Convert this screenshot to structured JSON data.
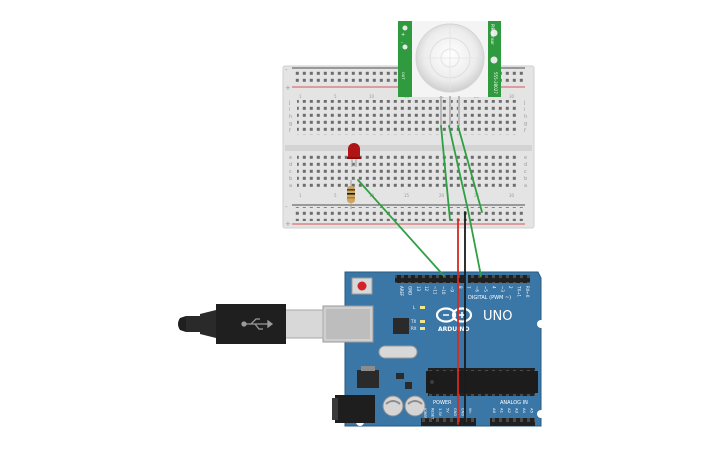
{
  "colors": {
    "board": "#3a76a6",
    "board_edge": "#2a5a82",
    "breadboard": "#e6e6e6",
    "rail_red": "#d2232a",
    "rail_black": "#1c1c1c",
    "wire_green": "#2ea043",
    "wire_red": "#d9281f",
    "wire_black": "#1a1a1a",
    "sensor_pcb": "#2f9a3e",
    "led": "#b01515"
  },
  "pir_sensor": {
    "label_top": "PIR sensor",
    "label_side": "555-28027",
    "pin_labels": [
      "+",
      "-",
      "OUT"
    ]
  },
  "breadboard": {
    "row_letters_top": [
      "j",
      "i",
      "h",
      "g",
      "f"
    ],
    "row_letters_bottom": [
      "e",
      "d",
      "c",
      "b",
      "a"
    ],
    "column_numbers": [
      "1",
      "5",
      "10",
      "15",
      "20",
      "25",
      "30"
    ],
    "rail_plus": "+",
    "rail_minus": "-"
  },
  "arduino": {
    "model": "UNO",
    "brand": "ARDUINO",
    "digital_label": "DIGITAL (PWM ~)",
    "power_label": "POWER",
    "analog_label": "ANALOG IN",
    "top_header_labels": [
      "AREF",
      "GND",
      "13",
      "12",
      "~11",
      "~10",
      "~9",
      "8",
      "7",
      "~6",
      "~5",
      "4",
      "~3",
      "2",
      "TX→1",
      "RX←0"
    ],
    "power_header_labels": [
      "IOREF",
      "RESET",
      "3.3V",
      "5V",
      "GND",
      "GND",
      "Vin"
    ],
    "analog_header_labels": [
      "A0",
      "A1",
      "A2",
      "A3",
      "A4",
      "A5"
    ],
    "leds": [
      "L",
      "TX",
      "RX"
    ],
    "on_label": "ON"
  },
  "usb_cable": {
    "icon": "usb-icon"
  }
}
